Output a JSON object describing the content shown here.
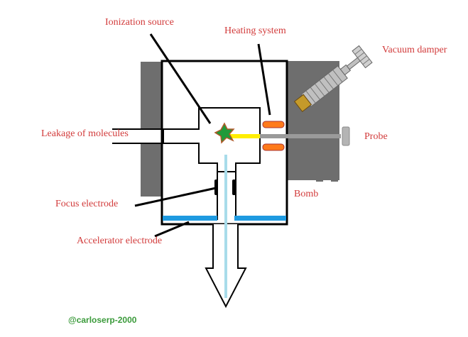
{
  "colors": {
    "label": "#d23b3b",
    "watermark": "#3a9a3a",
    "housing": "#6e6e6e",
    "outline": "#000000",
    "electrode_plate": "#1e9ae0",
    "beam": "#a8dcea",
    "filament": "#ff7a1a",
    "electron_beam": "#ffee00",
    "ion": "#1f9a3a",
    "probe": "#9a9a9a",
    "damper_body": "#c0c0c0",
    "damper_tip": "#c49a2a"
  },
  "labels": {
    "ionization_source": "Ionization source",
    "heating_system": "Heating system",
    "vacuum_damper": "Vacuum damper",
    "leakage_of_molecules": "Leakage of molecules",
    "probe": "Probe",
    "focus_electrode": "Focus electrode",
    "bomb": "Bomb",
    "accelerator_electrode": "Accelerator electrode"
  },
  "watermark": "@carloserp-2000"
}
